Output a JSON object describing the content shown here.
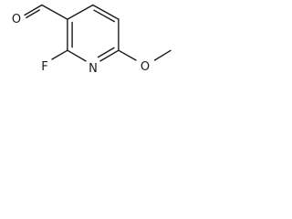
{
  "molecule": {
    "atoms": {
      "fluorine": "F",
      "ring_nitrogen": "N",
      "ether_oxygen": "O",
      "aldehyde_oxygen": "O"
    },
    "bond_color": "#1a1a1a"
  }
}
